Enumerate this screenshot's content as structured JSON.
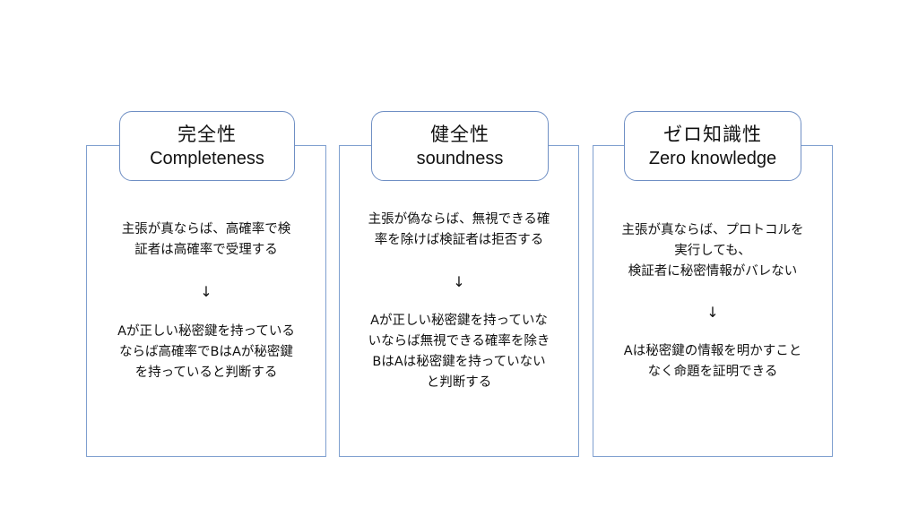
{
  "columns": [
    {
      "title": "完全性",
      "subtitle": "Completeness",
      "claim": "主張が真ならば、高確率で検\n証者は高確率で受理する",
      "arrow": "↓",
      "example": "Aが正しい秘密鍵を持っている\nならば高確率でBはAが秘密鍵\nを持っていると判断する"
    },
    {
      "title": "健全性",
      "subtitle": "soundness",
      "claim": "主張が偽ならば、無視できる確\n率を除けば検証者は拒否する",
      "arrow": "↓",
      "example": "Aが正しい秘密鍵を持っていな\nいならば無視できる確率を除き\nBはAは秘密鍵を持っていない\nと判断する"
    },
    {
      "title": "ゼロ知識性",
      "subtitle": "Zero knowledge",
      "claim": "主張が真ならば、プロトコルを\n実行しても、\n検証者に秘密情報がバレない",
      "arrow": "↓",
      "example": "Aは秘密鍵の情報を明かすこと\nなく命題を証明できる"
    }
  ],
  "colors": {
    "panel_border": "#7f9fcf",
    "header_border": "#6f8fc4",
    "text": "#111111",
    "background": "#ffffff"
  }
}
